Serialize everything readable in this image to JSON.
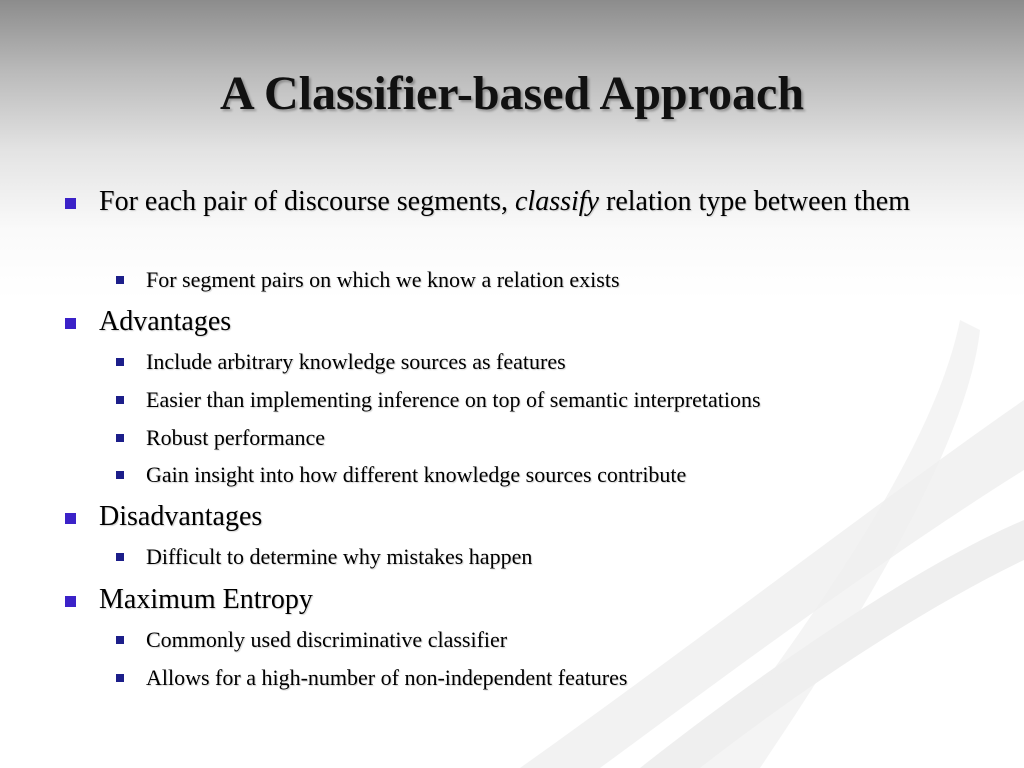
{
  "slide": {
    "title": "A Classifier-based Approach",
    "bullets": [
      {
        "text_before": "For each pair of discourse segments, ",
        "text_emphasis": "classify",
        "text_after": " relation type between them",
        "sub": [
          "For segment pairs on which we know a relation exists"
        ]
      },
      {
        "text": "Advantages",
        "sub": [
          "Include arbitrary knowledge sources as features",
          "Easier than implementing inference on top of semantic interpretations",
          "Robust performance",
          "Gain insight into how different knowledge sources contribute"
        ]
      },
      {
        "text": "Disadvantages",
        "sub": [
          "Difficult to determine why mistakes happen"
        ]
      },
      {
        "text": "Maximum Entropy",
        "sub": [
          "Commonly used discriminative classifier",
          "Allows for a high-number of non-independent features"
        ]
      }
    ]
  },
  "colors": {
    "level1_bullet": "#3b22c8",
    "level2_bullet": "#1c1e8a"
  },
  "icons": {
    "level1_bullet": "square-bullet-icon",
    "level2_bullet": "small-square-bullet-icon"
  }
}
